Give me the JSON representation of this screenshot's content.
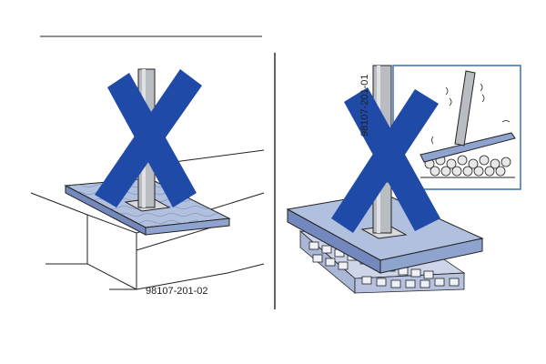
{
  "panels": [
    {
      "id": "left",
      "verdict": "incorrect",
      "code": "98107-201-02"
    },
    {
      "id": "right",
      "verdict": "incorrect",
      "code": "98107-201-01"
    }
  ],
  "icons": {
    "cross": "x-mark-icon"
  },
  "colors": {
    "board": "#8fa3cf",
    "board_top": "#b2c0e0",
    "board_side": "#7388bd",
    "cross": "#1f4aa8",
    "pole": "#b9bcc1",
    "line": "#222222",
    "inset_border": "#3b6fb7"
  }
}
